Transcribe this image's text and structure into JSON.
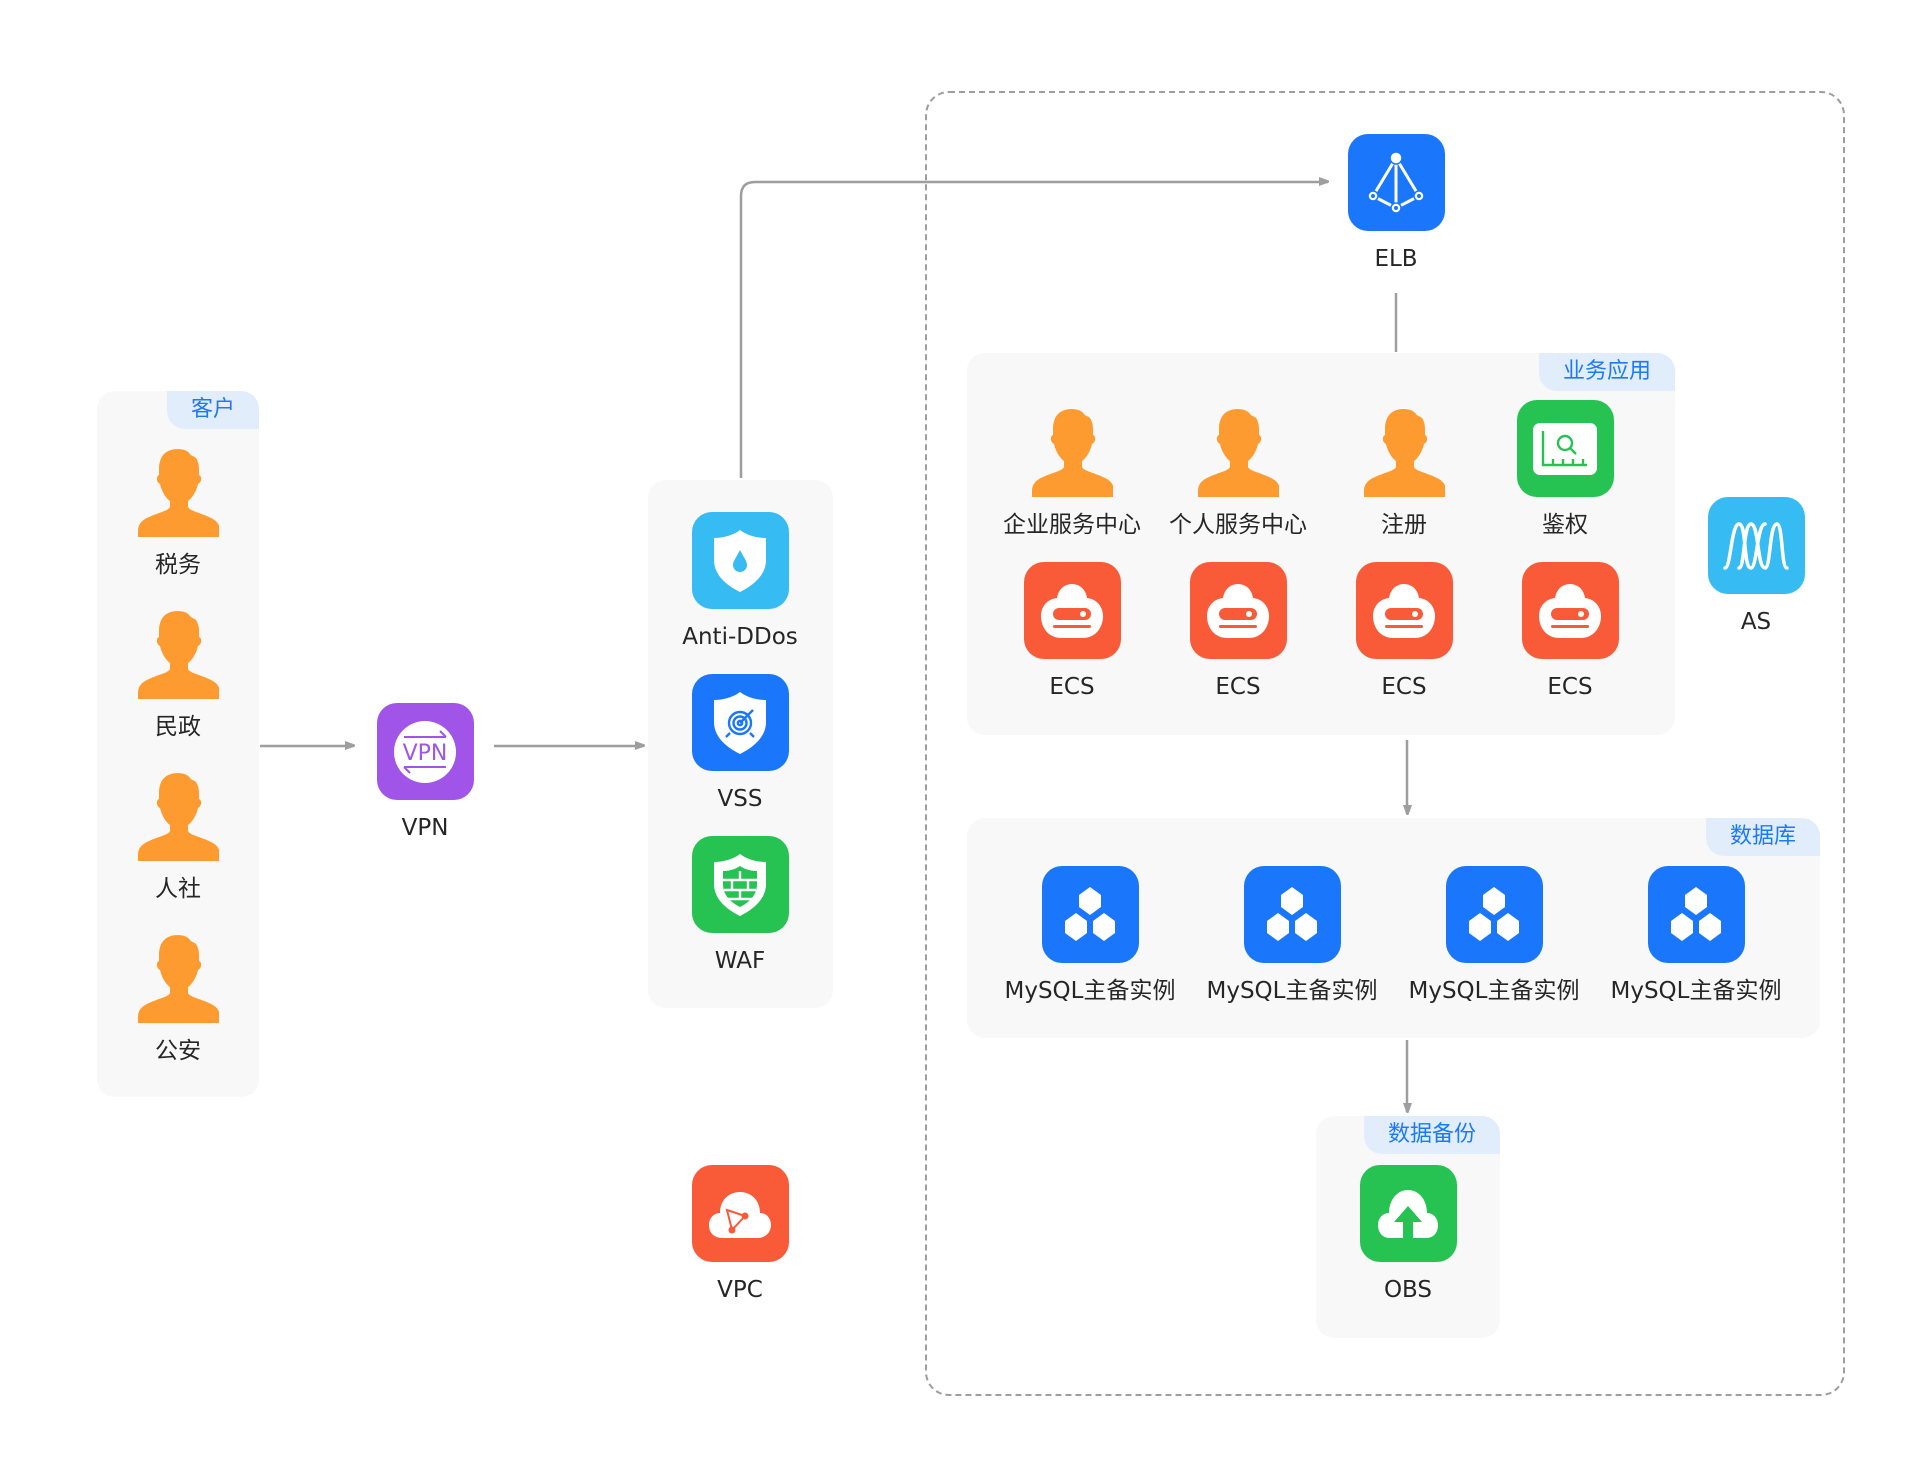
{
  "colors": {
    "connector": "#9e9e9e",
    "frame_border": "#9e9e9e",
    "panel_bg": "#f8f8f8",
    "tag_bg": "#e2edfc",
    "tag_text": "#1b7bf6",
    "person_orange": "#fe9b30",
    "blue": "#1a77fb",
    "light_blue": "#36bbf2",
    "red_orange": "#f95a38",
    "green": "#26c353",
    "purple": "#a055e8"
  },
  "customers": {
    "tag": "客户",
    "items": [
      {
        "label": "税务",
        "icon": "person-icon"
      },
      {
        "label": "民政",
        "icon": "person-icon"
      },
      {
        "label": "人社",
        "icon": "person-icon"
      },
      {
        "label": "公安",
        "icon": "person-icon"
      }
    ]
  },
  "vpn": {
    "label": "VPN",
    "icon": "vpn-icon",
    "glyph": "VPN"
  },
  "security": {
    "items": [
      {
        "label": "Anti-DDos",
        "icon": "shield-drop-icon"
      },
      {
        "label": "VSS",
        "icon": "shield-target-icon"
      },
      {
        "label": "WAF",
        "icon": "shield-wall-icon"
      }
    ]
  },
  "vpc": {
    "label": "VPC",
    "icon": "cloud-network-icon"
  },
  "elb": {
    "label": "ELB",
    "icon": "load-balancer-icon"
  },
  "business": {
    "tag": "业务应用",
    "apps": [
      {
        "label": "企业服务中心",
        "icon": "person-icon"
      },
      {
        "label": "个人服务中心",
        "icon": "person-icon"
      },
      {
        "label": "注册",
        "icon": "person-icon"
      },
      {
        "label": "鉴权",
        "icon": "monitor-search-icon"
      }
    ],
    "servers": [
      {
        "label": "ECS",
        "icon": "server-cloud-icon"
      },
      {
        "label": "ECS",
        "icon": "server-cloud-icon"
      },
      {
        "label": "ECS",
        "icon": "server-cloud-icon"
      },
      {
        "label": "ECS",
        "icon": "server-cloud-icon"
      }
    ]
  },
  "as": {
    "label": "AS",
    "icon": "auto-scaling-icon"
  },
  "database": {
    "tag": "数据库",
    "items": [
      {
        "label": "MySQL主备实例",
        "icon": "hexagon-cluster-icon"
      },
      {
        "label": "MySQL主备实例",
        "icon": "hexagon-cluster-icon"
      },
      {
        "label": "MySQL主备实例",
        "icon": "hexagon-cluster-icon"
      },
      {
        "label": "MySQL主备实例",
        "icon": "hexagon-cluster-icon"
      }
    ]
  },
  "backup": {
    "tag": "数据备份",
    "items": [
      {
        "label": "OBS",
        "icon": "cloud-upload-icon"
      }
    ]
  }
}
